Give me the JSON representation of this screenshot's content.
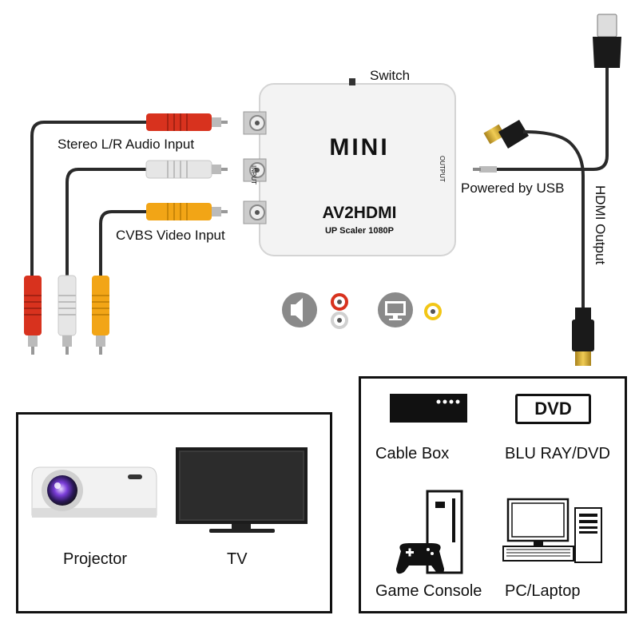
{
  "device": {
    "brand": "MINI",
    "model": "AV2HDMI",
    "subtitle": "UP Scaler 1080P",
    "input_label": "INPUT",
    "output_label": "OUTPUT"
  },
  "labels": {
    "switch": "Switch",
    "stereo_audio": "Stereo L/R Audio Input",
    "cvbs_video": "CVBS Video Input",
    "powered_usb": "Powered by USB",
    "hdmi_output": "HDMI Output"
  },
  "outputs_box": {
    "projector": "Projector",
    "tv": "TV"
  },
  "sources_box": {
    "dvd_logo": "DVD",
    "cable_box": "Cable Box",
    "bluray": "BLU RAY/DVD",
    "game_console": "Game Console",
    "pc": "PC/Laptop"
  },
  "colors": {
    "rca_red": "#d8321e",
    "rca_white": "#e6e6e6",
    "rca_yellow": "#f2a516",
    "hdmi_gold": "#c9a227",
    "device_body": "#f3f3f3",
    "icon_grey": "#8a8a8a"
  }
}
